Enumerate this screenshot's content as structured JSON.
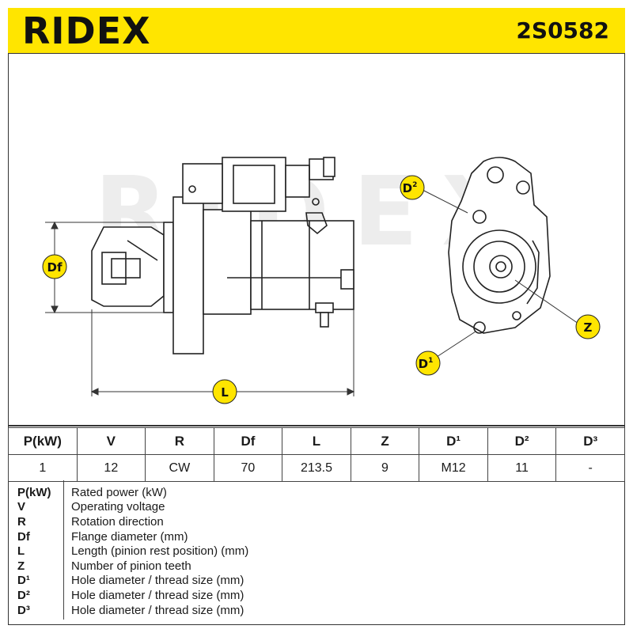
{
  "header": {
    "brand": "RIDEX",
    "part_number": "2S0582",
    "accent_color": "#FFE500"
  },
  "drawing": {
    "watermark": "RIDEX",
    "labels": {
      "df": "Df",
      "l": "L",
      "d1": "D",
      "d1_sup": "1",
      "d2": "D",
      "d2_sup": "2",
      "z": "Z"
    }
  },
  "spec_table": {
    "headers": [
      "P(kW)",
      "V",
      "R",
      "Df",
      "L",
      "Z",
      "D¹",
      "D²",
      "D³"
    ],
    "values": [
      "1",
      "12",
      "CW",
      "70",
      "213.5",
      "9",
      "M12",
      "11",
      "-"
    ]
  },
  "legend": [
    {
      "code": "P(kW)",
      "desc": "Rated power (kW)"
    },
    {
      "code": "V",
      "desc": "Operating voltage"
    },
    {
      "code": "R",
      "desc": "Rotation direction"
    },
    {
      "code": "Df",
      "desc": "Flange diameter (mm)"
    },
    {
      "code": "L",
      "desc": "Length (pinion rest position) (mm)"
    },
    {
      "code": "Z",
      "desc": "Number of pinion teeth"
    },
    {
      "code": "D¹",
      "desc": "Hole diameter / thread size (mm)"
    },
    {
      "code": "D²",
      "desc": "Hole diameter / thread size (mm)"
    },
    {
      "code": "D³",
      "desc": "Hole diameter / thread size (mm)"
    }
  ]
}
